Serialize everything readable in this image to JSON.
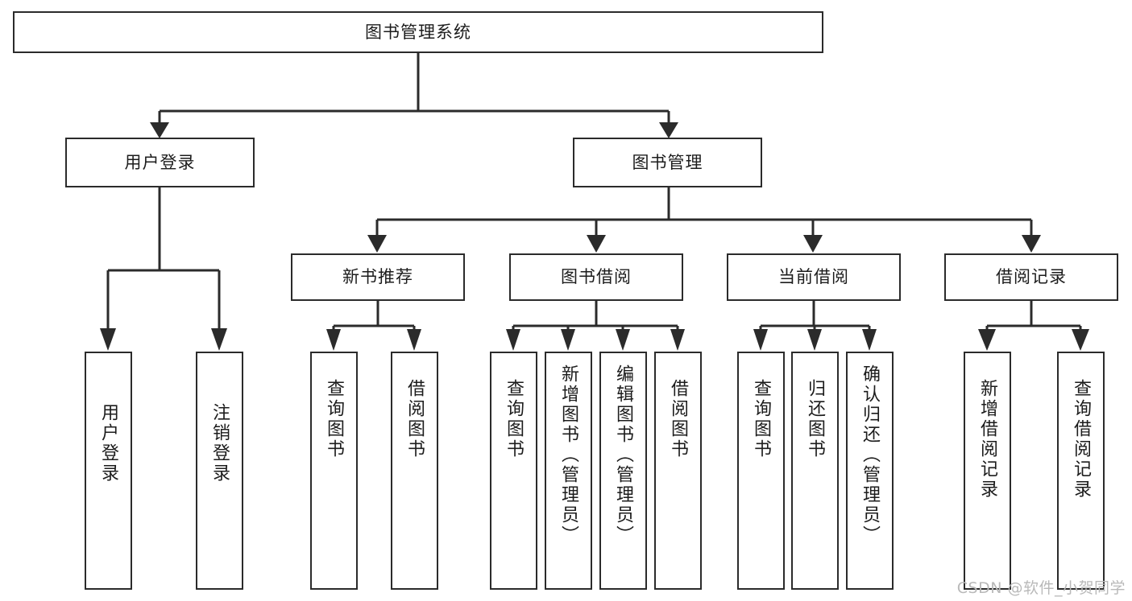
{
  "diagram": {
    "type": "tree",
    "title": "图书管理系统",
    "root": {
      "label": "图书管理系统"
    },
    "level1": [
      {
        "label": "用户登录"
      },
      {
        "label": "图书管理"
      }
    ],
    "level2": [
      {
        "label": "新书推荐"
      },
      {
        "label": "图书借阅"
      },
      {
        "label": "当前借阅"
      },
      {
        "label": "借阅记录"
      }
    ],
    "leaves": {
      "user_login": [
        {
          "label": "用户登录"
        },
        {
          "label": "注销登录"
        }
      ],
      "new_book_recommend": [
        {
          "label": "查询图书"
        },
        {
          "label": "借阅图书"
        }
      ],
      "book_borrow": [
        {
          "label": "查询图书"
        },
        {
          "label": "新增图书（管理员）"
        },
        {
          "label": "编辑图书（管理员）"
        },
        {
          "label": "借阅图书"
        }
      ],
      "current_borrow": [
        {
          "label": "查询图书"
        },
        {
          "label": "归还图书"
        },
        {
          "label": "确认归还（管理员）"
        }
      ],
      "borrow_record": [
        {
          "label": "新增借阅记录"
        },
        {
          "label": "查询借阅记录"
        }
      ]
    }
  },
  "watermark": {
    "text": "CSDN @软件_小贺同学"
  },
  "colors": {
    "stroke": "#2b2b2b",
    "fill": "#ffffff",
    "text": "#1c1c1c",
    "watermark": "#b9b9b9"
  }
}
